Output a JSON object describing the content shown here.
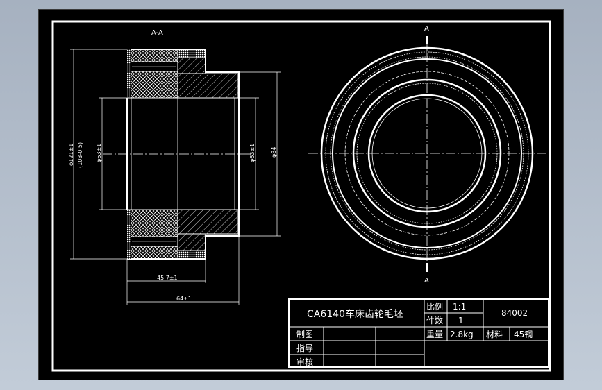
{
  "drawing": {
    "section_label": "A-A",
    "cut_plane_letter_top": "A",
    "cut_plane_letter_bottom": "A",
    "dimensions": {
      "dia_outer": "φ121±1",
      "dia_outer_secondary": "(108-0.5)",
      "dia_bore": "φ63±1",
      "dia_bore_right": "φ63±1",
      "dia_hub": "φ84",
      "len_hub": "45.7±1",
      "len_total": "64±1"
    }
  },
  "title_block": {
    "title": "CA6140车床齿轮毛坯",
    "scale_label": "比例",
    "scale_value": "1:1",
    "qty_label": "件数",
    "qty_value": "1",
    "weight_label": "重量",
    "weight_value": "2.8kg",
    "material_label": "材料",
    "material_value": "45钢",
    "drawing_no": "84002",
    "drawn_by_label": "制图",
    "guided_by_label": "指导",
    "checked_by_label": "审核"
  },
  "colors": {
    "background": "#000000",
    "lines": "#ffffff",
    "desktop": "#b2bdcb"
  }
}
